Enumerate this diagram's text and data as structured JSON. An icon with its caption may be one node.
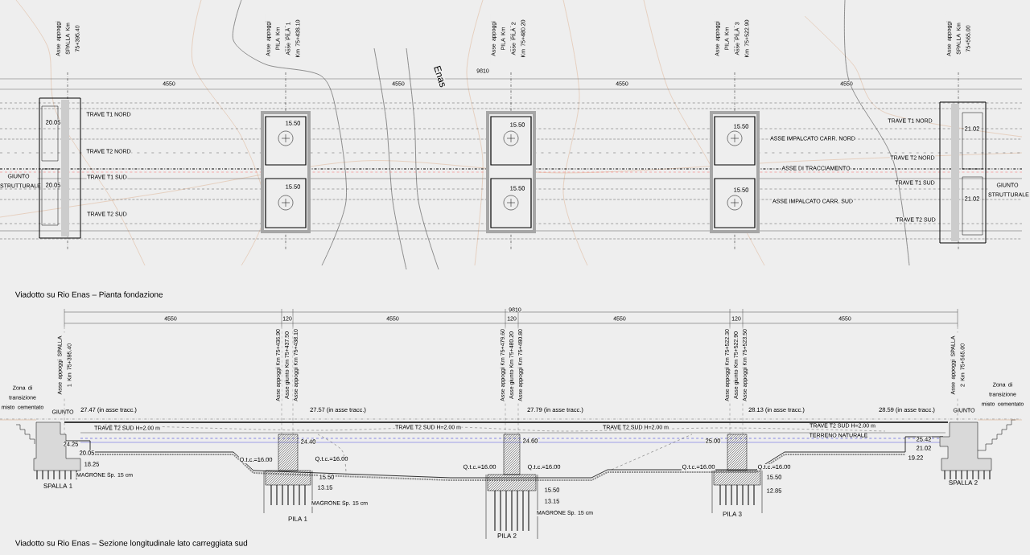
{
  "diagram": {
    "labels": [
      "Asse appoggi SPALLA Km 75+395.40",
      "Asse appoggi PILA Km 75+437.50",
      "Asse PILA 1 Km 75+438.10",
      "Asse appoggi PILA Km 75+479.60",
      "Asse PILA 2 Km 75+480.20",
      "Asse appoggi PILA Km 75+522.30",
      "Asse PILA 3 Km 75+522.90",
      "Asse appoggi SPALLA Km 75+565.00",
      "9810",
      "4550",
      "Enas",
      "4550",
      "4550",
      "4550",
      "TRAVE T1 NORD",
      "TRAVE T2 NORD",
      "TRAVE T1 SUD",
      "TRAVE T2 SUD",
      "GIUNTO STRUTTURALE",
      "20.05",
      "20.05",
      "15.50",
      "15.50",
      "15.50",
      "15.50",
      "15.50",
      "15.50",
      "ASSE IMPALCATO CARR. NORD",
      "ASSE DI TRACCIAMENTO",
      "ASSE IMPALCATO CARR. SUD",
      "TRAVE T1 NORD",
      "TRAVE T2 NORD",
      "TRAVE T1 SUD",
      "TRAVE T2 SUD",
      "21.02",
      "21.02",
      "GIUNTO STRUTTURALE",
      "Viadotto su Rio Enas – Pianta fondazione",
      "9810",
      "4550",
      "120",
      "4550",
      "120",
      "4550",
      "120",
      "4550",
      "Asse appoggi SPALLA 1 Km 75+395.40",
      "Asse appoggi Km 75+436.90",
      "Asse giunto Km 75+437.50",
      "Asse appoggi Km 75+438.10",
      "Asse appoggi Km 75+479.60",
      "Asse giunto Km 75+480.20",
      "Asse appoggi Km 75+480.80",
      "Asse appoggi Km 75+522.30",
      "Asse giunto Km 75+522.90",
      "Asse appoggi Km 75+523.50",
      "Asse appoggi SPALLA 2 Km 75+565.00",
      "Zona di transizione misto cementato",
      "GIUNTO",
      "27.47 (in asse tracc.)",
      "27.57 (in asse tracc.)",
      "27.79 (in asse tracc.)",
      "28.13 (in asse tracc.)",
      "28.59 (in asse tracc.)",
      "GIUNTO",
      "Zona di transizione misto cementato",
      "TRAVE T2 SUD H=2.00 m",
      "TRAVE T2 SUD H=2.00 m",
      "TRAVE T2 SUD H=2.00 m",
      "TRAVE T2 SUD H=2.00 m",
      "TERRENO NATURALE",
      "24.25",
      "20.05",
      "18.25",
      "24.40",
      "Q.t.c.=16.00",
      "Q.t.c.=16.00",
      "15.50",
      "13.15",
      "24.60",
      "Q.t.c.=16.00",
      "Q.t.c.=16.00",
      "15.50",
      "13.15",
      "25.00",
      "Q.t.c.=16.00",
      "Q.t.c.=16.00",
      "15.50",
      "12.85",
      "25.42",
      "21.02",
      "19.22",
      "MAGRONE Sp. 15 cm",
      "MAGRONE Sp. 15 cm",
      "MAGRONE Sp. 15 cm",
      "SPALLA 1",
      "PILA 1",
      "PILA 2",
      "PILA 3",
      "SPALLA 2",
      "Viadotto su Rio Enas – Sezione longitudinale lato carreggiata sud"
    ]
  }
}
